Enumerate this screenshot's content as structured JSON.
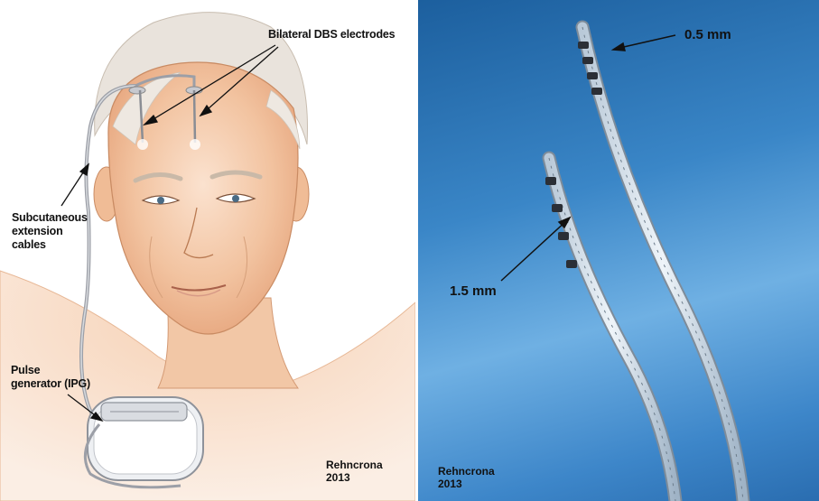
{
  "left_panel": {
    "labels": {
      "electrodes": "Bilateral DBS electrodes",
      "extension": "Subcutaneous\nextension\ncables",
      "ipg": "Pulse\ngenerator (IPG)"
    },
    "credit": "Rehncrona\n2013"
  },
  "right_panel": {
    "labels": {
      "small_spacing": "0.5 mm",
      "large_spacing": "1.5 mm"
    },
    "credit": "Rehncrona\n2013"
  },
  "colors": {
    "skin": "#f4c9a6",
    "hair": "#e7e1da",
    "outline": "#b9774b",
    "background_blue": "#3a86c7"
  }
}
